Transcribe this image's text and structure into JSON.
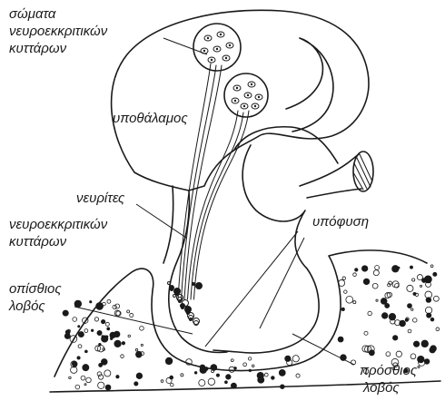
{
  "labels": {
    "cell_bodies_line1": "σώματα",
    "cell_bodies_line2": "νευροεκκριτικών",
    "cell_bodies_line3": "κυττάρων",
    "hypothalamus": "υποθάλαμος",
    "axons_line1": "νευρίτες",
    "axons_line2": "νευροεκκριτικών",
    "axons_line3": "κυττάρων",
    "pituitary": "υπόφυση",
    "posterior_line1": "οπίσθιος",
    "posterior_line2": "λοβός",
    "anterior_line1": "πρόσθιος",
    "anterior_line2": "λοβός"
  }
}
